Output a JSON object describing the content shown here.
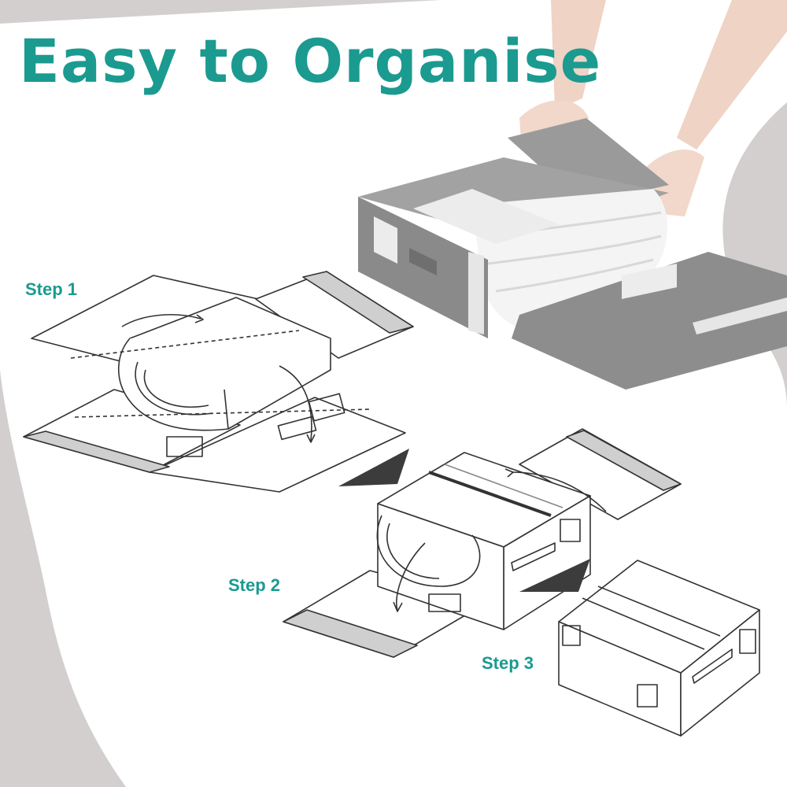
{
  "headline": {
    "text": "Easy to Organise"
  },
  "steps": [
    {
      "label": "Step 1"
    },
    {
      "label": "Step 2"
    },
    {
      "label": "Step 3"
    }
  ],
  "colors": {
    "accent": "#1b9a90",
    "background_outer": "#d3cfcf",
    "background_inner": "#ffffff",
    "fabric": "#8f8f8f",
    "fabric_dark": "#6b6b6b",
    "line_art": "#333333",
    "arrow_triangle": "#3c3c3c"
  }
}
